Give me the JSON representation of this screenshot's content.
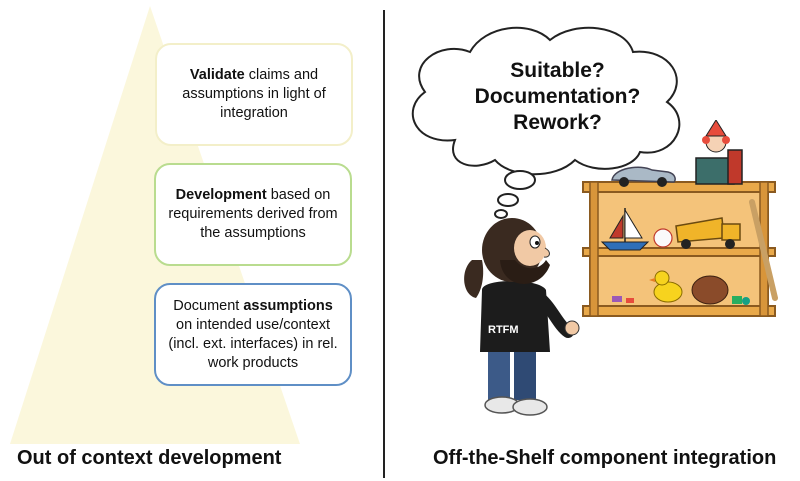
{
  "left_panel": {
    "boxes": {
      "validate": {
        "bold": "Validate",
        "rest": " claims and assumptions in light of integration"
      },
      "development": {
        "bold": "Development",
        "rest": " based on requirements derived from the assumptions"
      },
      "document": {
        "pre": "Document ",
        "bold": "assumptions",
        "rest": " on intended use/context (incl. ext. interfaces) in rel. work products"
      }
    },
    "caption": "Out of context development"
  },
  "right_panel": {
    "thought_bubble": {
      "line1": "Suitable?",
      "line2": "Documentation?",
      "line3": "Rework?"
    },
    "shirt_text": "RTFM",
    "caption": "Off-the-Shelf component integration"
  },
  "colors": {
    "pyramid": "#fbf7dc",
    "box_validate_border": "#f3efc9",
    "box_development_border": "#b9dc8f",
    "box_document_border": "#5f8fc6",
    "shelf": "#e9a94a"
  }
}
